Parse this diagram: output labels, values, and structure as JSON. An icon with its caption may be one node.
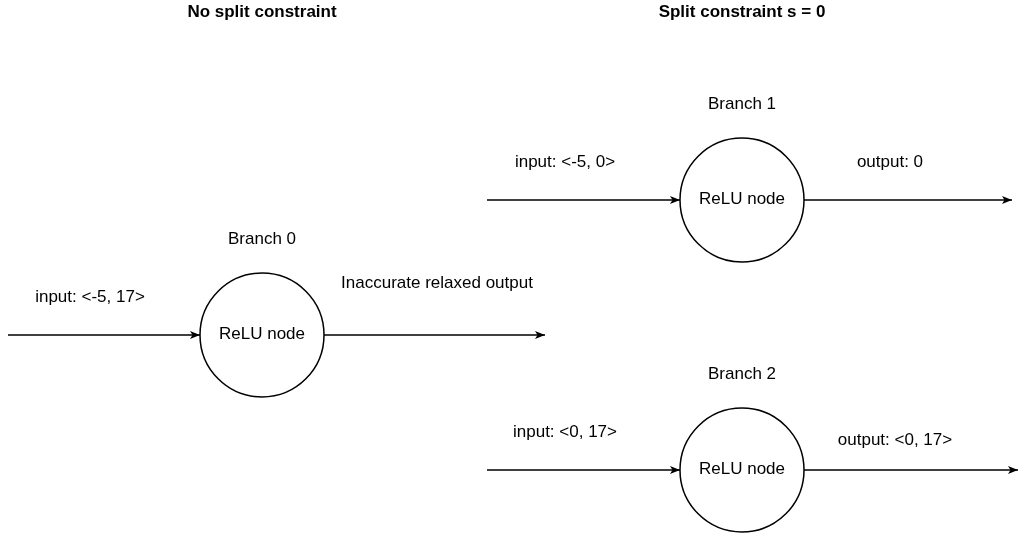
{
  "diagram": {
    "nodes": [
      {
        "text": [
          "Branch 0",
          "ReLU node"
        ]
      },
      {
        "text": [
          "Branch 1",
          "ReLU node"
        ]
      },
      {
        "text": [
          "Branch 2",
          "ReLU node"
        ]
      }
    ],
    "edges": [
      {
        "from": null,
        "to": 0,
        "arrow": "to",
        "label": "input: <-5, 17>"
      },
      {
        "from": 0,
        "to": null,
        "arrow": "to",
        "label": "Inaccurate relaxed output"
      },
      {
        "from": null,
        "to": 1,
        "arrow": "to",
        "label": "input: <-5, 0>"
      },
      {
        "from": 1,
        "to": null,
        "arrow": "to",
        "label": "output: 0"
      },
      {
        "from": null,
        "to": 2,
        "arrow": "to",
        "label": "input: <0, 17>"
      },
      {
        "from": 2,
        "to": null,
        "arrow": "to",
        "label": "output: <0, 17>"
      }
    ],
    "labels": [
      "No split constraint",
      "Split constraint s = 0"
    ]
  }
}
